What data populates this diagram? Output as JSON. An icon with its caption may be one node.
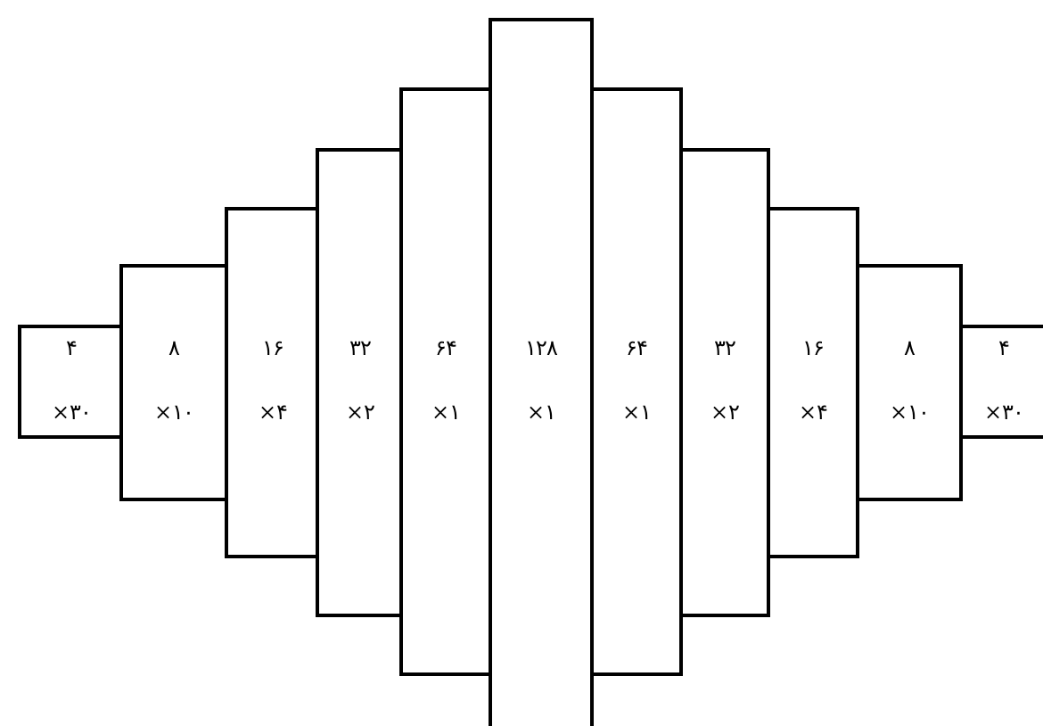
{
  "diagram": {
    "nodes": [
      {
        "text": [
          "۴",
          "×۳۰"
        ]
      },
      {
        "text": [
          "۸",
          "×۱۰"
        ]
      },
      {
        "text": [
          "۱۶",
          "×۴"
        ]
      },
      {
        "text": [
          "۳۲",
          "×۲"
        ]
      },
      {
        "text": [
          "۶۴",
          "×۱"
        ]
      },
      {
        "text": [
          "۱۲۸",
          "×۱"
        ]
      },
      {
        "text": [
          "۶۴",
          "×۱"
        ]
      },
      {
        "text": [
          "۳۲",
          "×۲"
        ]
      },
      {
        "text": [
          "۱۶",
          "×۴"
        ]
      },
      {
        "text": [
          "۸",
          "×۱۰"
        ]
      },
      {
        "text": [
          "۴",
          "×۳۰"
        ]
      }
    ]
  }
}
